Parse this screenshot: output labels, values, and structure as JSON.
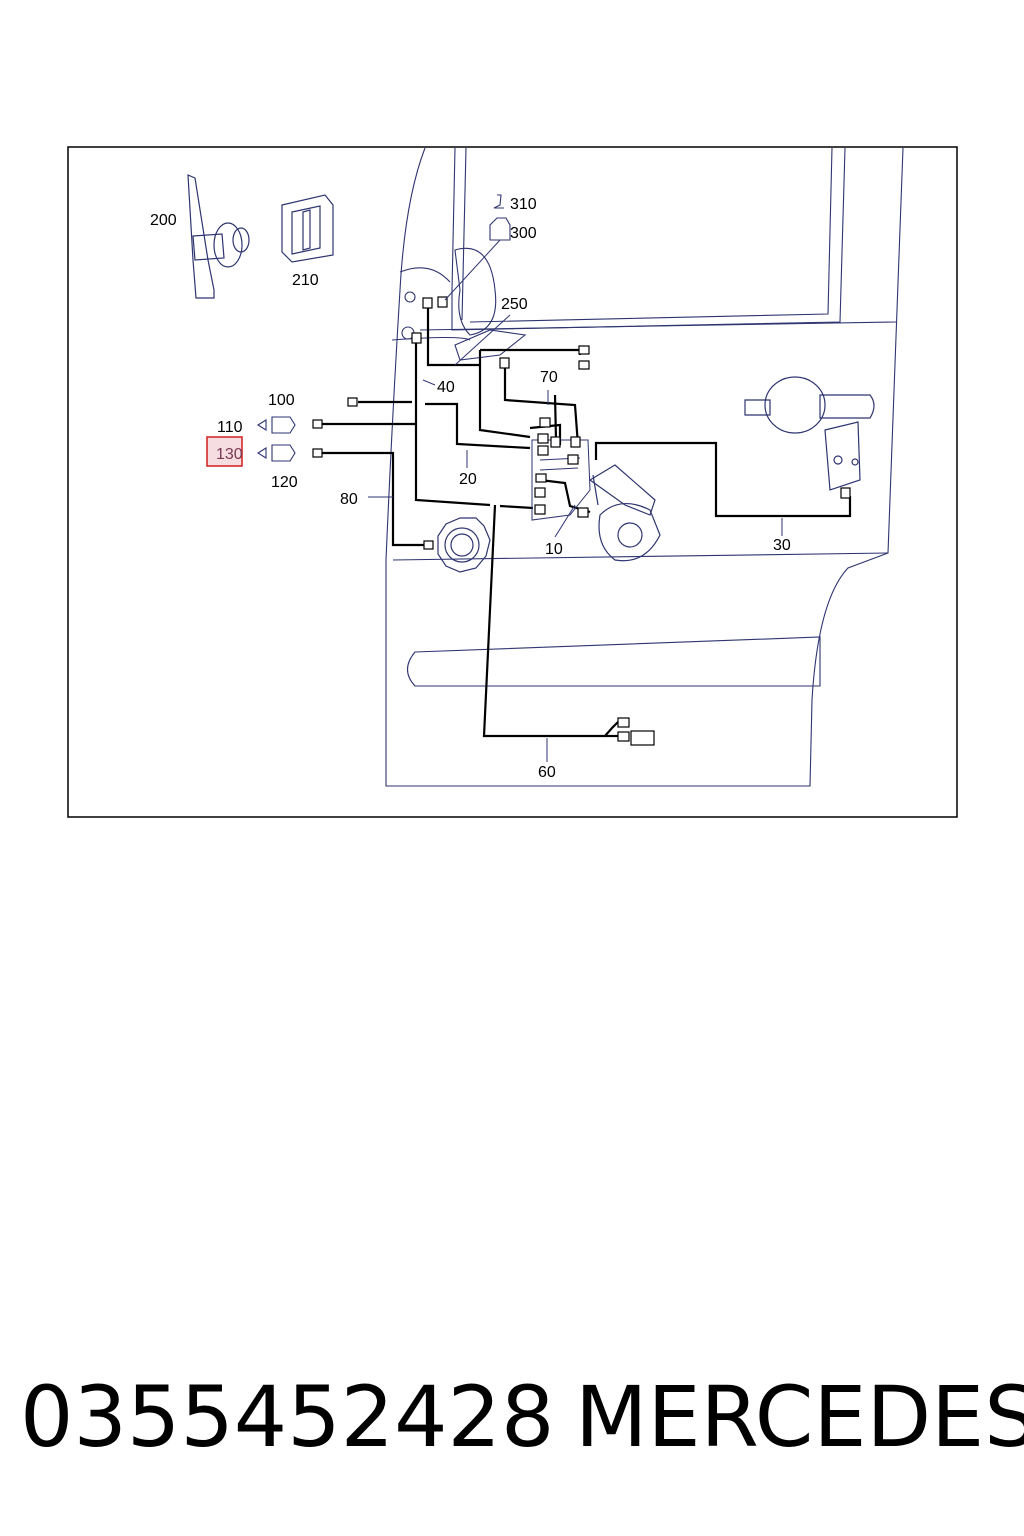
{
  "diagram": {
    "callouts": {
      "c10": "10",
      "c20": "20",
      "c30": "30",
      "c40": "40",
      "c60": "60",
      "c70": "70",
      "c80": "80",
      "c100": "100",
      "c110": "110",
      "c120": "120",
      "c130": "130",
      "c200": "200",
      "c210": "210",
      "c250": "250",
      "c300": "300",
      "c310": "310"
    },
    "highlighted_callout": "130",
    "colors": {
      "body_outline": "#2e3570",
      "wiring": "#000000",
      "highlight_border": "#d42a2a",
      "highlight_fill": "#f6dde2"
    }
  },
  "footer": {
    "part_number": "0355452428",
    "brand": "MERCEDES"
  }
}
